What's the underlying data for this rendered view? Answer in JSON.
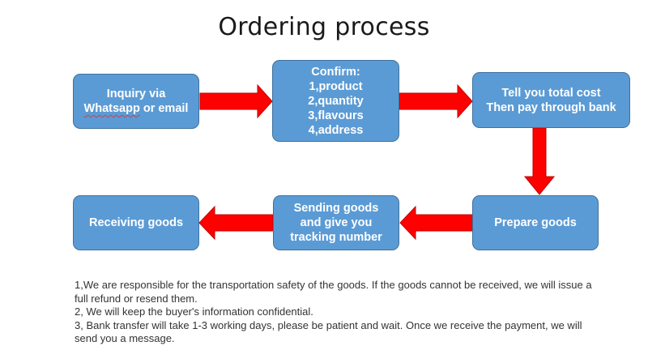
{
  "title": "Ordering process",
  "colors": {
    "box_fill": "#5b9bd5",
    "box_border": "#41719c",
    "arrow": "#ff0000",
    "arrow_edge": "#c00000",
    "box_text": "#ffffff"
  },
  "steps": {
    "inquiry": {
      "line1": "Inquiry via",
      "line2_a": "Whatsapp",
      "line2_b": " or email"
    },
    "confirm": {
      "lines": [
        "Confirm:",
        "1,product",
        "2,quantity",
        "3,flavours",
        "4,address"
      ]
    },
    "cost": {
      "lines": [
        "Tell you total cost",
        "Then pay through bank"
      ]
    },
    "prepare": {
      "label": "Prepare goods"
    },
    "sending": {
      "lines": [
        "Sending goods",
        "and give you",
        "tracking number"
      ]
    },
    "receiving": {
      "label": "Receiving goods"
    }
  },
  "notes": [
    "1,We are responsible for the transportation safety of the goods. If the goods cannot be received, we will issue a full refund or resend them.",
    "2, We will keep the buyer's information confidential.",
    "3, Bank transfer will take 1-3 working days, please be patient and wait. Once we receive the payment, we will send you a message."
  ]
}
